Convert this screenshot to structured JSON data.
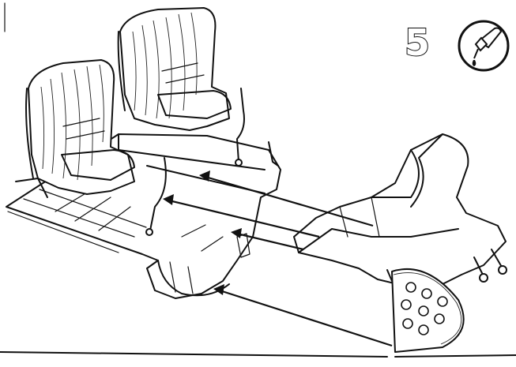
{
  "step": {
    "number": "5",
    "glue_icon": "glue-tube-icon"
  },
  "assembly": {
    "parts": [
      "seat-floor-assembly",
      "rear-bulkhead-part",
      "front-seat",
      "rear-seat"
    ],
    "arrows": 4
  }
}
